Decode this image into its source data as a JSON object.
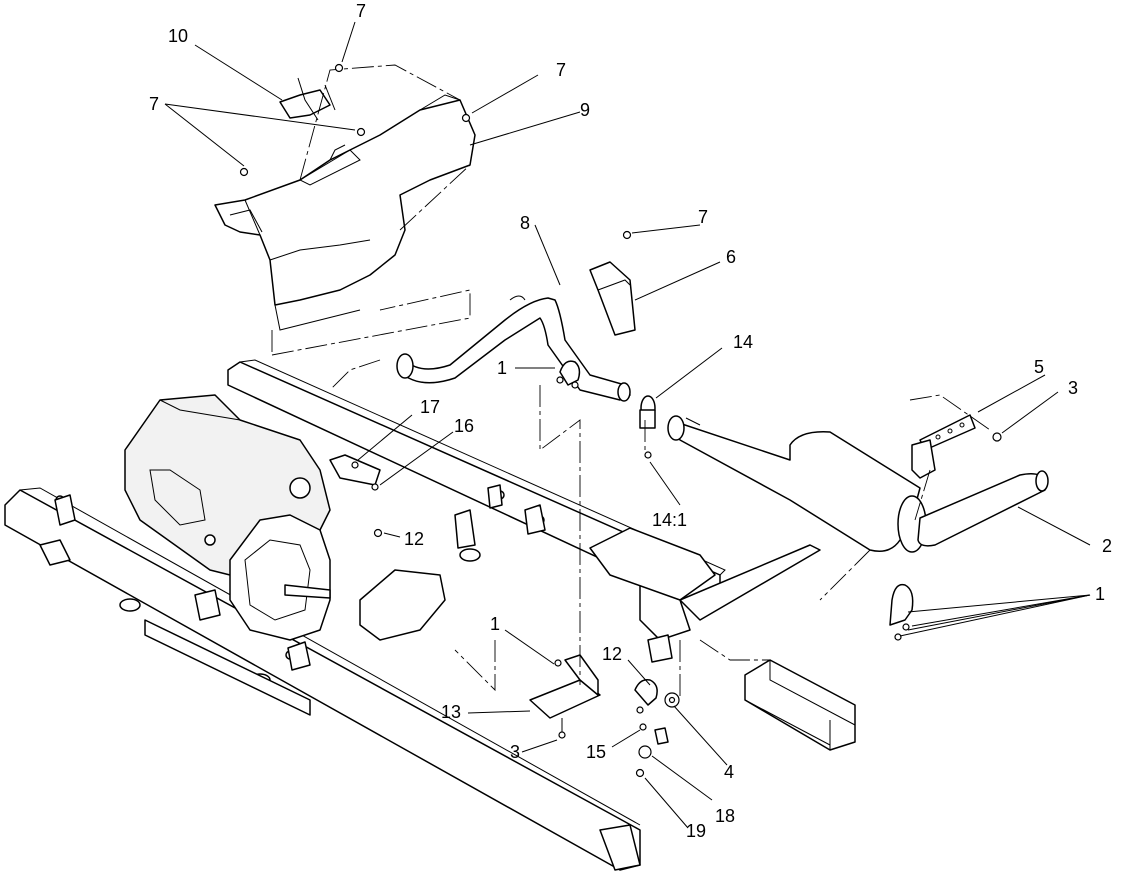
{
  "callouts": [
    {
      "id": "c1",
      "text": "7"
    },
    {
      "id": "c2",
      "text": "10"
    },
    {
      "id": "c3",
      "text": "7"
    },
    {
      "id": "c4",
      "text": "7"
    },
    {
      "id": "c5",
      "text": "9"
    },
    {
      "id": "c6",
      "text": "8"
    },
    {
      "id": "c7",
      "text": "7"
    },
    {
      "id": "c8",
      "text": "6"
    },
    {
      "id": "c9",
      "text": "1"
    },
    {
      "id": "c10",
      "text": "14"
    },
    {
      "id": "c11",
      "text": "5"
    },
    {
      "id": "c12",
      "text": "3"
    },
    {
      "id": "c13",
      "text": "17"
    },
    {
      "id": "c14",
      "text": "16"
    },
    {
      "id": "c15",
      "text": "14:1"
    },
    {
      "id": "c16",
      "text": "12"
    },
    {
      "id": "c17",
      "text": "2"
    },
    {
      "id": "c18",
      "text": "1"
    },
    {
      "id": "c19",
      "text": "1"
    },
    {
      "id": "c20",
      "text": "12"
    },
    {
      "id": "c21",
      "text": "13"
    },
    {
      "id": "c22",
      "text": "3"
    },
    {
      "id": "c23",
      "text": "15"
    },
    {
      "id": "c24",
      "text": "4"
    },
    {
      "id": "c25",
      "text": "18"
    },
    {
      "id": "c26",
      "text": "19"
    }
  ]
}
